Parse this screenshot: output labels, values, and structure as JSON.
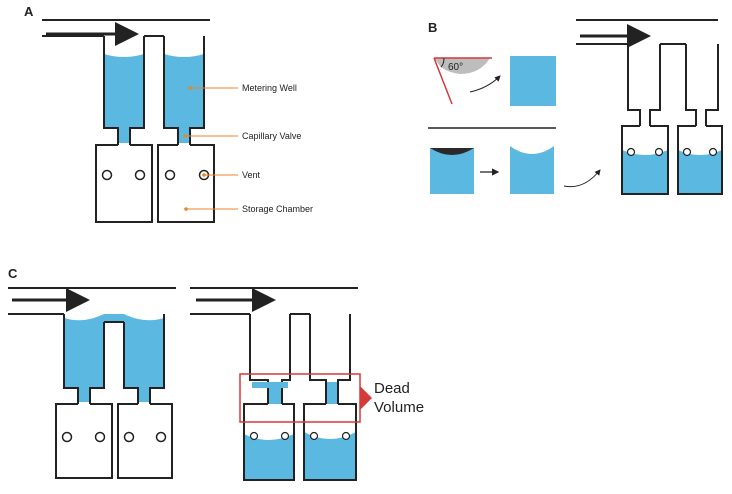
{
  "panels": {
    "a": "A",
    "b": "B",
    "c": "C"
  },
  "callouts": {
    "metering_well": "Metering Well",
    "capillary_valve": "Capillary Valve",
    "vent": "Vent",
    "storage_chamber": "Storage Chamber"
  },
  "contact_angle": "60°",
  "dead_volume": {
    "line1": "Dead",
    "line2": "Volume"
  },
  "colors": {
    "water": "#5bb8e0",
    "wall": "#222222",
    "callout": "#e8862a",
    "highlight": "#d43a3a",
    "meniscus": "#2a2a2a",
    "angle_fill": "#bdbdbd"
  }
}
